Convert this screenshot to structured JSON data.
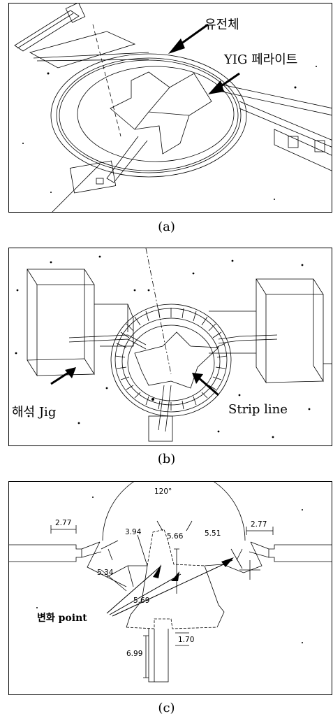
{
  "panel_a": {
    "caption": "(a)",
    "labels": {
      "dielectric": "유전체",
      "yig_ferrite": "YIG 페라이트"
    }
  },
  "panel_b": {
    "caption": "(b)",
    "labels": {
      "analysis_jig": "해석 Jig",
      "strip_line": "Strip line"
    }
  },
  "panel_c": {
    "caption": "(c)",
    "labels": {
      "change_point": "변화 point"
    },
    "dimensions": {
      "angle": "120°",
      "left_port_width": "2.77",
      "right_port_width": "2.77",
      "left_arm_length": "3.94",
      "center_length": "5.66",
      "right_arm_length": "5.51",
      "left_step": "5.34",
      "bottom_step": "5.69",
      "stub_width": "1.70",
      "stub_length": "6.99"
    }
  }
}
